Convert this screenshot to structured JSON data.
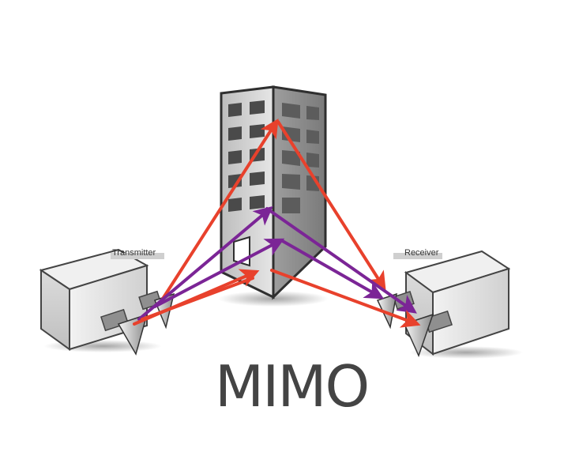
{
  "title": "MIMO",
  "transmitter": {
    "label": "Transmitter"
  },
  "receiver": {
    "label": "Receiver"
  },
  "colors": {
    "signal_red": "#e8412c",
    "signal_purple": "#7b2596",
    "building_dark": "#3c3c3c",
    "building_mid": "#a6a6a6",
    "building_light": "#d9d9d9",
    "box_light": "#e6e6e6",
    "title": "#444444"
  }
}
